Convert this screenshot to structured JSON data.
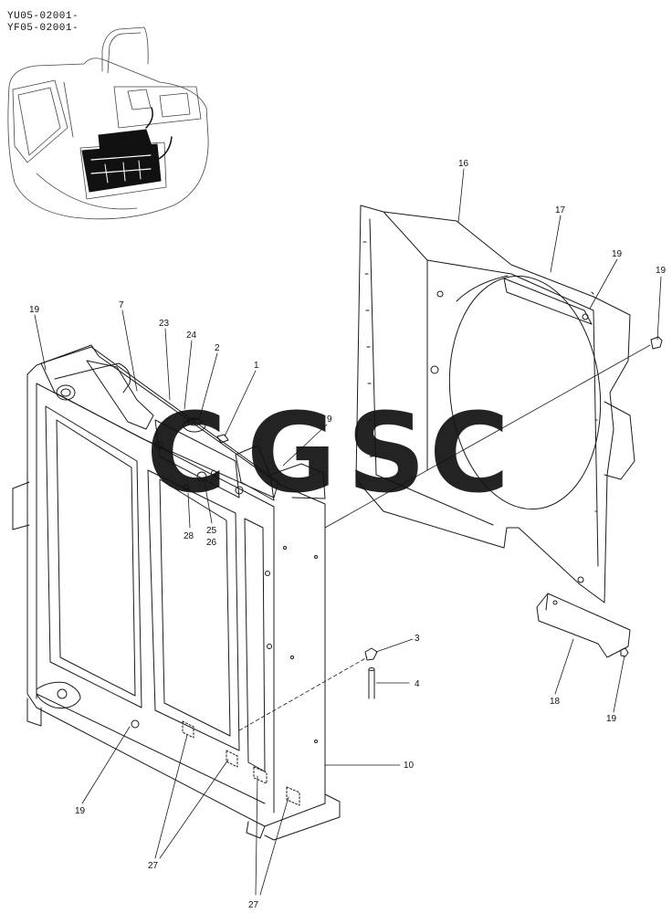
{
  "header": {
    "model_codes": [
      "YU05-02001-",
      "YF05-02001-"
    ]
  },
  "watermark": {
    "letters": [
      {
        "char": "C",
        "color": "#3f7fe6"
      },
      {
        "char": "G",
        "color": "#ea7167"
      },
      {
        "char": "S",
        "color": "#f7d347"
      },
      {
        "char": "C",
        "color": "#47b07a"
      }
    ]
  },
  "callouts": [
    {
      "id": "c16",
      "label": "16"
    },
    {
      "id": "c17",
      "label": "17"
    },
    {
      "id": "c19a",
      "label": "19"
    },
    {
      "id": "c19b",
      "label": "19"
    },
    {
      "id": "c19c",
      "label": "19"
    },
    {
      "id": "c7",
      "label": "7"
    },
    {
      "id": "c23",
      "label": "23"
    },
    {
      "id": "c24",
      "label": "24"
    },
    {
      "id": "c2",
      "label": "2"
    },
    {
      "id": "c1",
      "label": "1"
    },
    {
      "id": "c9",
      "label": "9"
    },
    {
      "id": "c28",
      "label": "28"
    },
    {
      "id": "c25",
      "label": "25"
    },
    {
      "id": "c26",
      "label": "26"
    },
    {
      "id": "c3",
      "label": "3"
    },
    {
      "id": "c4",
      "label": "4"
    },
    {
      "id": "c18",
      "label": "18"
    },
    {
      "id": "c19d",
      "label": "19"
    },
    {
      "id": "c10",
      "label": "10"
    },
    {
      "id": "c19e",
      "label": "19"
    },
    {
      "id": "c27a",
      "label": "27"
    },
    {
      "id": "c27b",
      "label": "27"
    }
  ]
}
